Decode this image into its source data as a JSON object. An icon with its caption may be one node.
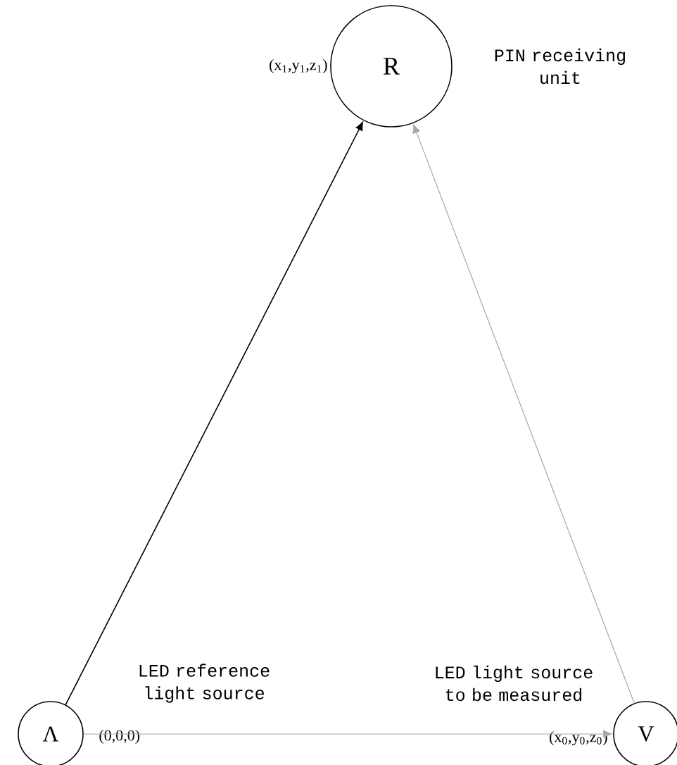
{
  "diagram": {
    "nodes": [
      {
        "text": [
          "R"
        ],
        "beside": [
          "(x$_{1}$,y$_{1}$,z$_{1}$)",
          "PIN receiving unit"
        ]
      },
      {
        "text": [
          "Λ"
        ],
        "beside": [
          "LED reference light source",
          "(0,0,0)"
        ]
      },
      {
        "text": [
          "V"
        ],
        "beside": [
          "LED light source to be measured",
          "(x$_{0}$,y$_{0}$,z$_{0}$)"
        ]
      }
    ],
    "edges": [
      {
        "from": 1,
        "to": 0,
        "arrow": "to",
        "color": "#000000"
      },
      {
        "from": 2,
        "to": 0,
        "arrow": "to"
      },
      {
        "from": 1,
        "to": 2,
        "arrow": "to"
      }
    ]
  }
}
